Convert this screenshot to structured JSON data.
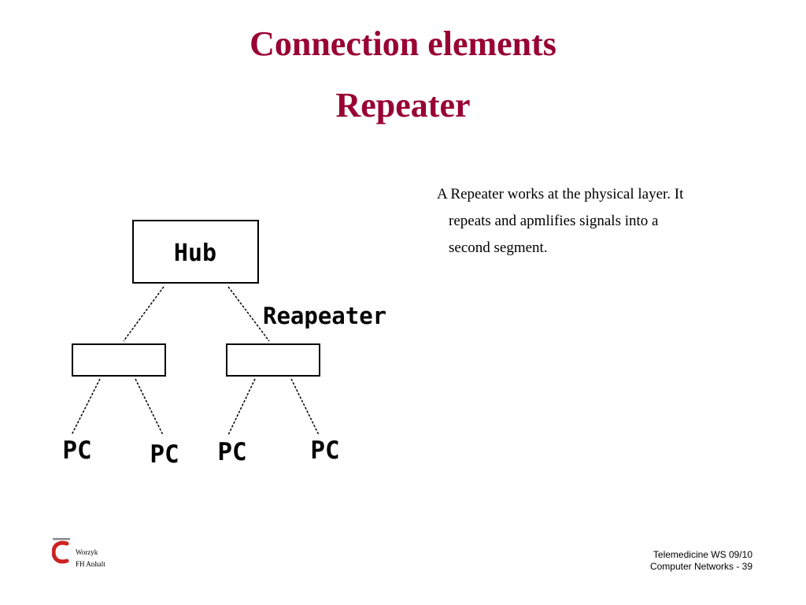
{
  "title": "Connection elements",
  "subtitle": "Repeater",
  "description_lines": [
    "A Repeater works at the physical layer. It",
    "repeats and apmlifies signals into a",
    "second segment."
  ],
  "diagram": {
    "hub_label": "Hub",
    "repeater_label": "Reapeater",
    "pc_labels": [
      "PC",
      "PC",
      "PC",
      "PC"
    ]
  },
  "footer": {
    "author_line1": "Worzyk",
    "author_line2": "FH Anhalt",
    "course": "Telemedicine WS 09/10",
    "slide": "Computer Networks - 39"
  },
  "colors": {
    "title": "#990033",
    "logo_red": "#cc2222",
    "logo_gray": "#888888"
  }
}
